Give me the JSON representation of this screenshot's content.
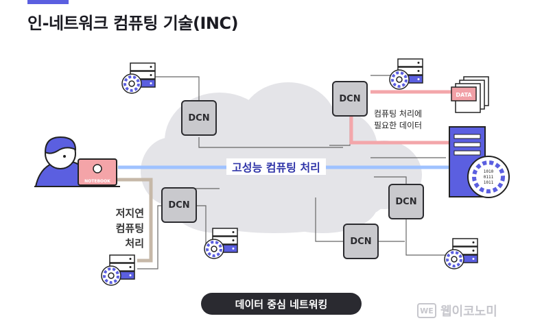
{
  "title": "인-네트워크 컴퓨팅 기술(INC)",
  "dcn_label": "DCN",
  "labels": {
    "high_performance": "고성능 컴퓨팅 처리",
    "low_latency": [
      "저지연",
      "컴퓨팅",
      "처리"
    ],
    "data_needed": [
      "컴퓨팅 처리에",
      "필요한 데이터"
    ],
    "notebook": "NOTEBOOK",
    "data_stack": "DATA",
    "binary": [
      "1010",
      "0111",
      "1011"
    ]
  },
  "footer": "데이터 중심 네트워킹",
  "brand": {
    "badge": "WE",
    "name": "웹이코노미"
  },
  "colors": {
    "accent": "#5b5fe0",
    "cloud": "#e4e4e8",
    "high_perf_line": "#9fc2ff",
    "data_line": "#f3a6aa",
    "low_latency_line": "#c6b8a8",
    "dcn_fill": "#c9c9cd",
    "pink": "#f1a0a6"
  }
}
